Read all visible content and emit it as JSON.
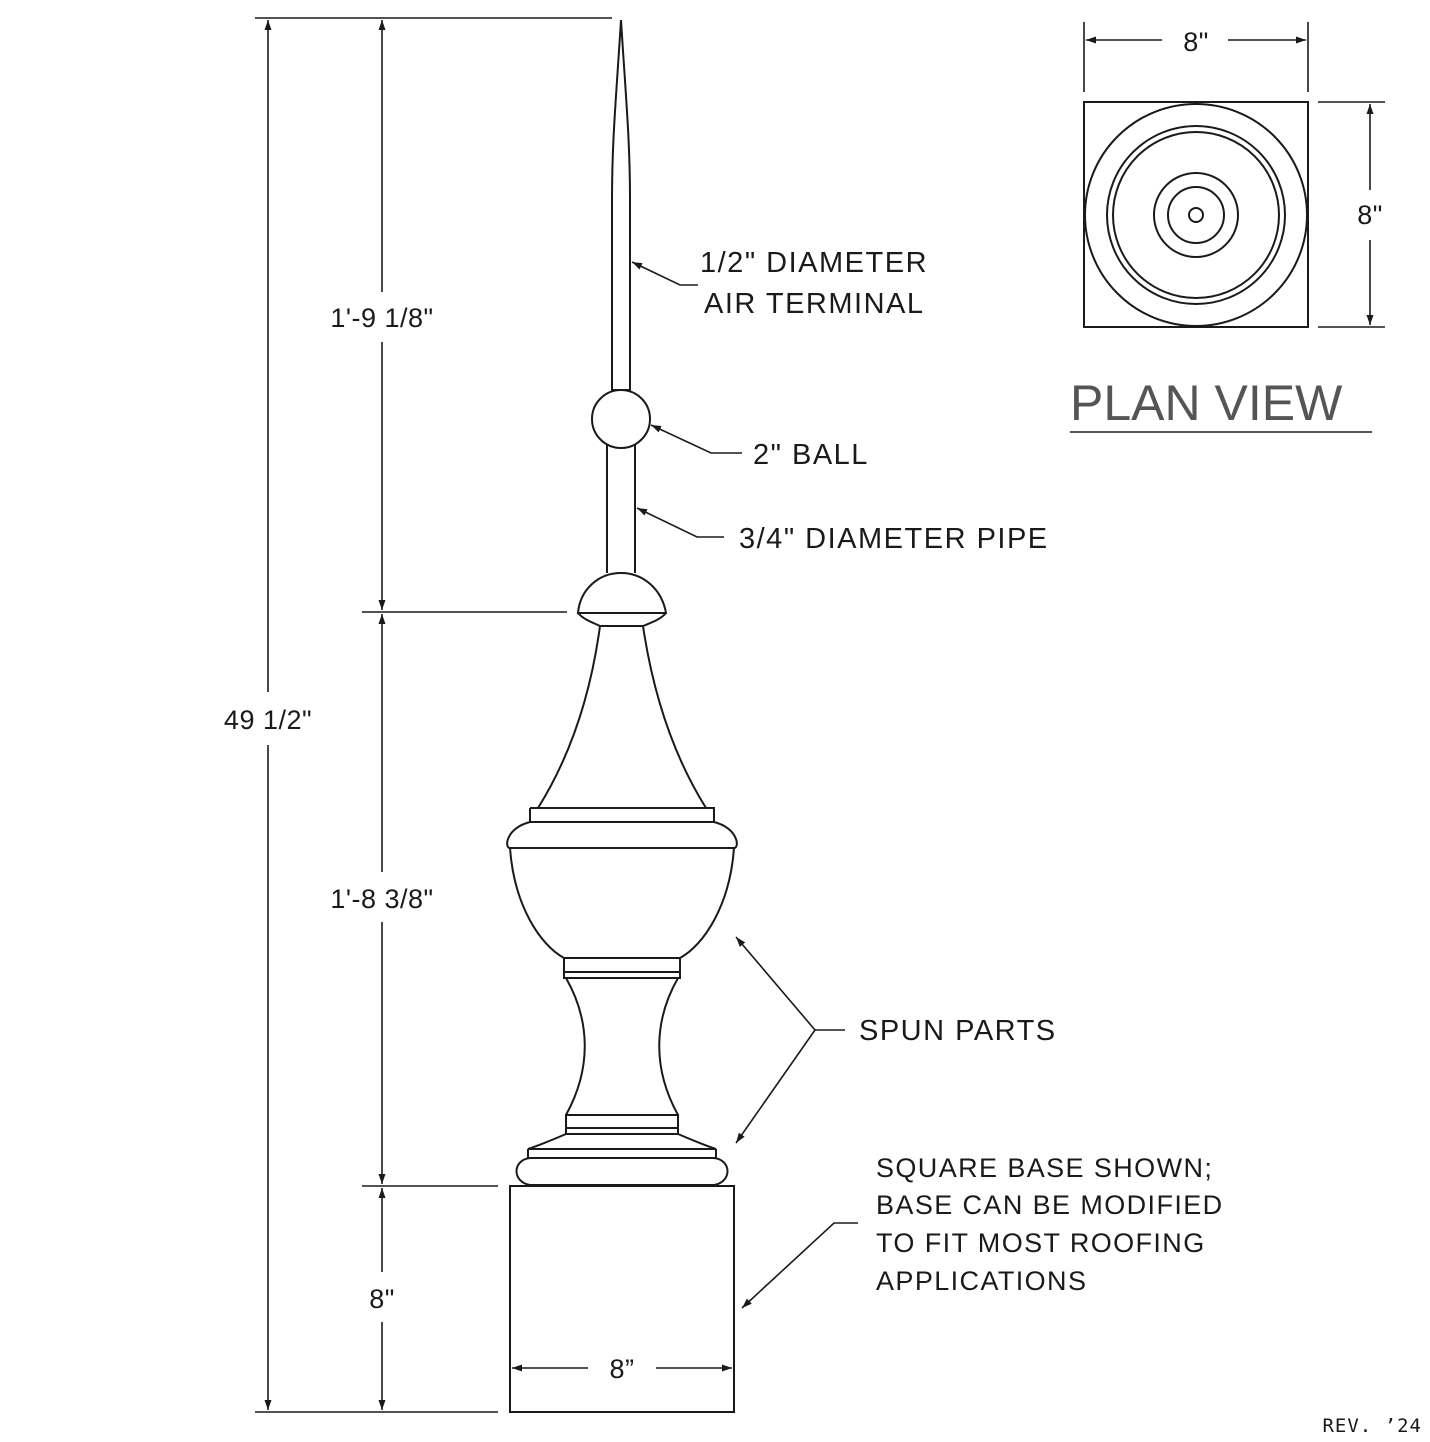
{
  "dimensions": {
    "total_height": "49 1/2\"",
    "spire_height": "1'-9 1/8\"",
    "body_height": "1'-8 3/8\"",
    "base_height": "8\"",
    "base_width": "8”"
  },
  "callouts": {
    "air_terminal_line1": "1/2\" DIAMETER",
    "air_terminal_line2": "AIR TERMINAL",
    "ball": "2\" BALL",
    "pipe": "3/4\" DIAMETER PIPE",
    "spun_parts": "SPUN PARTS"
  },
  "base_note": {
    "line1": "SQUARE BASE SHOWN;",
    "line2": "BASE CAN BE MODIFIED",
    "line3": "TO FIT MOST ROOFING",
    "line4": "APPLICATIONS"
  },
  "plan_view": {
    "title": "PLAN VIEW",
    "width": "8\"",
    "depth": "8\""
  },
  "revision": "REV. ’24"
}
